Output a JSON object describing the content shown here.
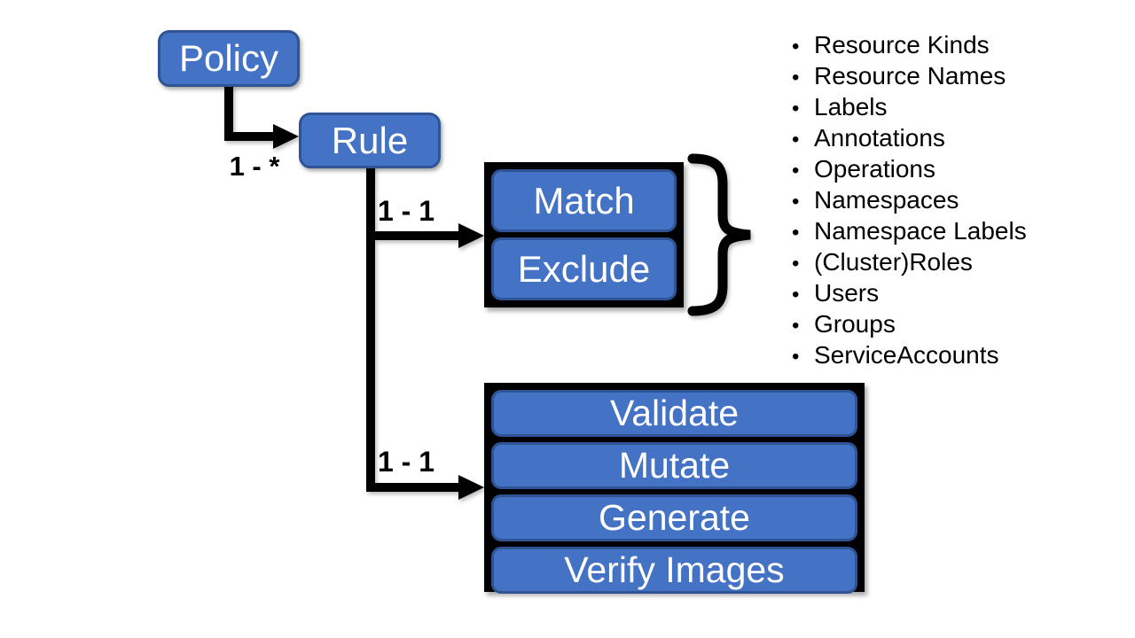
{
  "colors": {
    "background": "#ffffff",
    "box_fill": "#4472C4",
    "box_border": "#2F5496",
    "frame": "#000000",
    "text_light": "#ffffff",
    "text_dark": "#000000"
  },
  "nodes": {
    "policy": {
      "label": "Policy"
    },
    "rule": {
      "label": "Rule"
    }
  },
  "edges": {
    "policy_to_rule": {
      "label": "1 - *"
    },
    "rule_to_match": {
      "label": "1 - 1"
    },
    "rule_to_actions": {
      "label": "1 - 1"
    }
  },
  "match_group": {
    "items": [
      "Match",
      "Exclude"
    ]
  },
  "actions_group": {
    "items": [
      "Validate",
      "Mutate",
      "Generate",
      "Verify Images"
    ]
  },
  "criteria_list": {
    "bullet": "•",
    "items": [
      "Resource Kinds",
      "Resource Names",
      "Labels",
      "Annotations",
      "Operations",
      "Namespaces",
      "Namespace Labels",
      "(Cluster)Roles",
      "Users",
      "Groups",
      "ServiceAccounts"
    ]
  }
}
